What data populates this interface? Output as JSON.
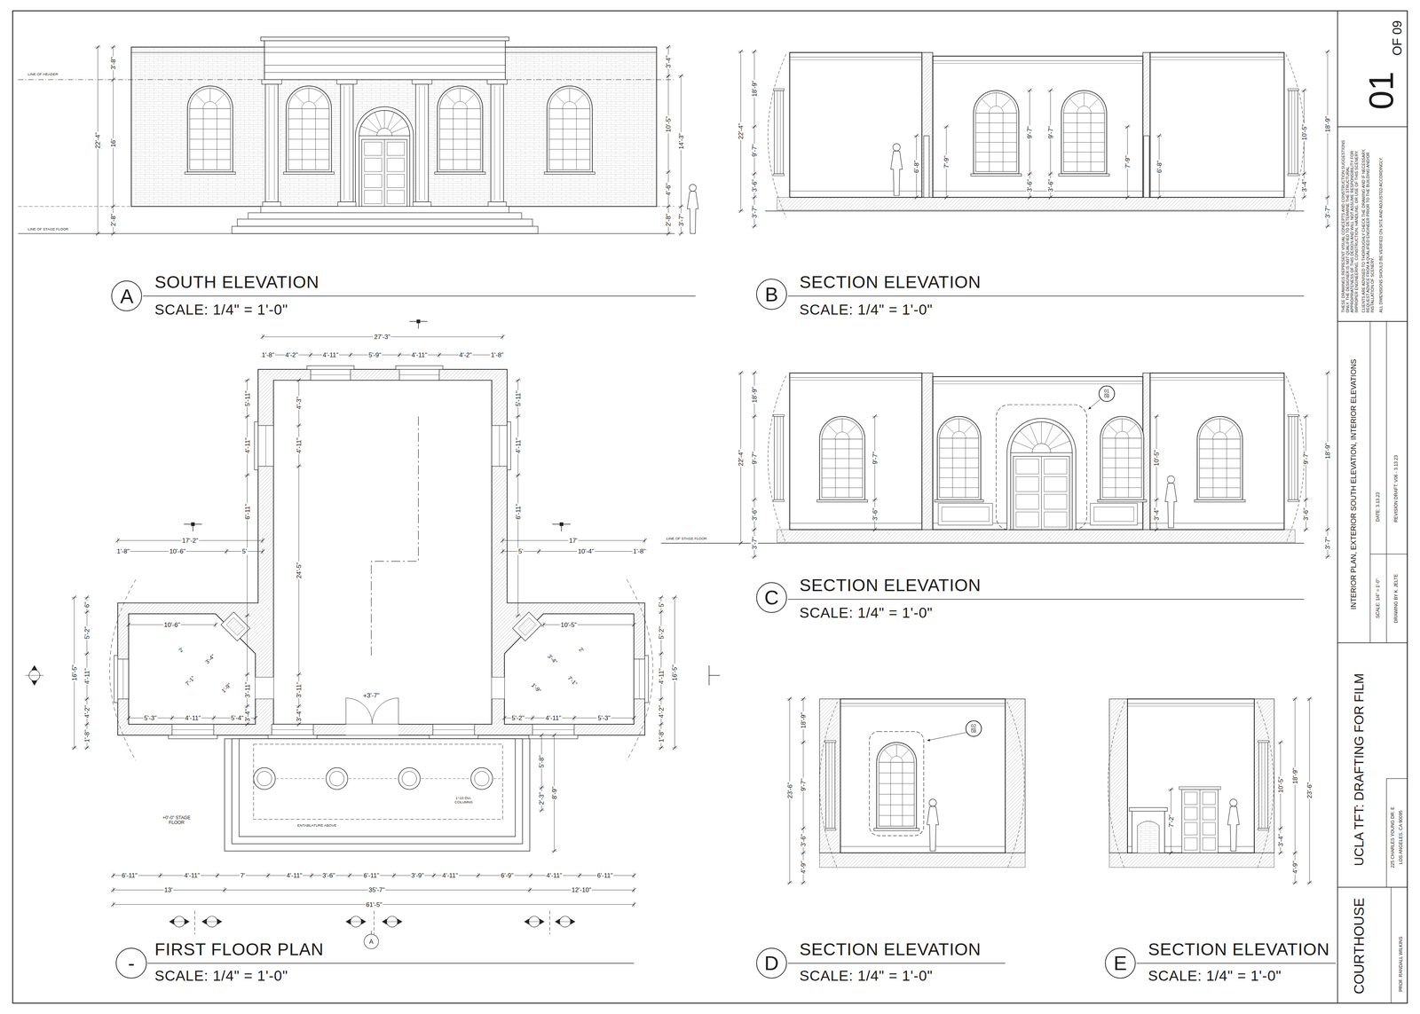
{
  "diagram": {
    "title": "COURTHOUSE",
    "nodes": [
      {
        "text": [
          "A"
        ]
      },
      {
        "text": [
          "B"
        ]
      },
      {
        "text": [
          "01",
          "08"
        ]
      },
      {
        "text": [
          "C"
        ]
      },
      {
        "text": [
          "02",
          "08"
        ]
      },
      {
        "text": [
          "-"
        ]
      },
      {
        "text": [
          "D"
        ]
      },
      {
        "text": [
          "E"
        ]
      }
    ],
    "labels": [
      "LINE OF HEADER",
      "LINE OF STAGE FLOOR",
      "3'-8\"",
      "22'-4\"",
      "16'",
      "2'-8\"",
      "3'-4\"",
      "10'-5\"",
      "4'-6\"",
      "2'-8\"",
      "14'-3\"",
      "3'-7\"",
      "SOUTH ELEVATION",
      "SCALE: 1/4\" = 1'-0\"",
      "22'-4\"",
      "18'-9\"",
      "9'-7\"",
      "3'-6\"",
      "3'-7\"",
      "6'-8\"",
      "7'-9\"",
      "9'-7\"",
      "3'-6\"",
      "9'-7\"",
      "3'-6\"",
      "7'-9\"",
      "6'-8\"",
      "10'-5\"",
      "3'-4\"",
      "18'-9\"",
      "3'-7\"",
      "SECTION ELEVATION",
      "SCALE: 1/4\" = 1'-0\"",
      "LINE OF STAGE FLOOR",
      "22'-4\"",
      "18'-9\"",
      "9'-7\"",
      "3'-6\"",
      "3'-7\"",
      "9'-7\"",
      "3'-6\"",
      "10'-5\"",
      "3'-4\"",
      "9'-7\"",
      "3'-6\"",
      "18'-9\"",
      "3'-7\"",
      "SECTION ELEVATION",
      "SCALE: 1/4\" = 1'-0\"",
      "23'-6\"",
      "18'-9\"",
      "9'-7\"",
      "3'-6\"",
      "4'-9\"",
      "SECTION ELEVATION",
      "SCALE: 1/4\" = 1'-0\"",
      "7'-2\"",
      "10'-5\"",
      "3'-4\"",
      "18'-9\"",
      "23'-6\"",
      "4'-9\"",
      "SECTION ELEVATION",
      "SCALE: 1/4\" = 1'-0\"",
      "27'-3\"",
      "1'-8\"",
      "4'-2\"",
      "4'-11\"",
      "5'-9\"",
      "4'-11\"",
      "4'-2\"",
      "1'-8\"",
      "5'-11\"",
      "4'-11\"",
      "6'-11\"",
      "3'-11\"",
      "3'-4\"",
      "4'-3\"",
      "4'-11\"",
      "24'-5\"",
      "3'-11\"",
      "3'-4\"",
      "5'-11\"",
      "4'-11\"",
      "6'-11\"",
      "17'-2\"",
      "1'-8\"",
      "10'-6\"",
      "5'",
      "6\"",
      "5'-2\"",
      "16'-5\"",
      "4'-11\"",
      "4'-2\"",
      "1'-8\"",
      "10'-6\"",
      "5'-3\"",
      "4'-11\"",
      "5'-4\"",
      "7'-1\"",
      "3'-4\"",
      "1'-9\"",
      "2'",
      "+3'-7\"",
      "17'",
      "5'",
      "10'-4\"",
      "1'-8\"",
      "5'",
      "5'-2\"",
      "4'-11\"",
      "4'-2\"",
      "1'-8\"",
      "16'-5\"",
      "10'-5\"",
      "5'-2\"",
      "4'-11\"",
      "5'-3\"",
      "7'-1\"",
      "3'-4\"",
      "1'-9\"",
      "2'",
      "+0'-0\" STAGE FLOOR",
      "ENTABLATURE ABOVE",
      "1'-10 DIA. COLUMNS",
      "5'-8\"",
      "8'-9\"",
      "2'-3\"",
      "6'-11\"",
      "4'-11\"",
      "7'",
      "4'-11\"",
      "3'-6\"",
      "6'-11\"",
      "3'-9\"",
      "4'-11\"",
      "6'-9\"",
      "4'-11\"",
      "6'-11\"",
      "13'",
      "35'-7\"",
      "12'-10\"",
      "61'-5\"",
      "A",
      "FIRST FLOOR PLAN",
      "SCALE: 1/4\" = 1'-0\"",
      "01",
      "OF 09",
      "THESE DRAWINGS REPRESENT VISUAL CONCEPTS AND CONSTRUCTION SUGGESTIONS ONLY. THE DESIGNER IS NOT QUALIFIED TO DETERMINE THE STRUCTURAL APPROPRIATENESS OF THIS DESIGN AND WILL NOT ASSUME RESPONSIBILITY FOR IMPROPER ENGINEERING, CONSTRUCTION, HANDLING, OR USE OF THIS SCENERY.",
      "CLIENTS ARE ADVISED TO THOROUGHLY CHECK THE DRAWING AND IF NECESSARY, REQUEST ADVICE FROM A QUALIFIED ENGINEER PRIOR TO THE BUILDING AND/OR INSTALLATION OF SCENERY.",
      "ALL DIMENSIONS SHOULD BE VERIFIED ON SITE AND ADJUSTED ACCORDINGLY.",
      "INTERIOR PLAN, EXTERIOR SOUTH ELEVATION, INTERIOR ELEVATIONS",
      "SCALE: 1/4\" = 1'-0\"",
      "DATE: 3.13.23",
      "DRAWING BY K. JELTE",
      "REVISION DRAFT: V06 - 3.13.23",
      "UCLA TFT: DRAFTING FOR FILM",
      "225 CHARLES YOUNG DR. E",
      "LOS ANGELES, CA 90095",
      "PROF. RANDALL WILKINS"
    ]
  }
}
